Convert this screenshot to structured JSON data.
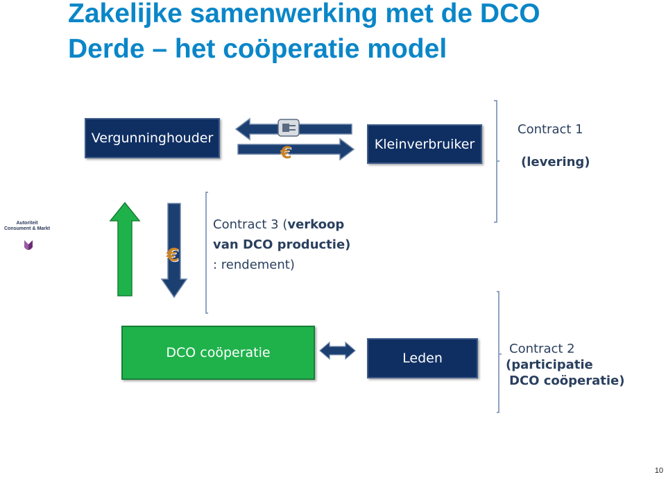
{
  "title": {
    "line1": "Zakelijke samenwerking met de DCO",
    "line2": "Derde – het coöperatie model"
  },
  "boxes": {
    "vergunninghouder": "Vergunninghouder",
    "kleinverbruiker": "Kleinverbruiker",
    "dco_cooperatie": "DCO coöperatie",
    "leden": "Leden"
  },
  "contract1": {
    "line1": "Contract 1",
    "line2": "(levering)"
  },
  "contract2": {
    "line1": "Contract 2",
    "line2": "(participatie",
    "line3": "DCO coöperatie)"
  },
  "contract3": {
    "line1_a": "Contract 3 (",
    "line1_b": "verkoop",
    "line2": "van DCO productie)",
    "line3": ": rendement)"
  },
  "logo": {
    "line1": "Autoriteit",
    "line2": "Consument & Markt"
  },
  "euro_symbol": "€",
  "page_number": "10",
  "colors": {
    "title": "#0a86c8",
    "navy": "#0f2f63",
    "green": "#1fb24b"
  }
}
